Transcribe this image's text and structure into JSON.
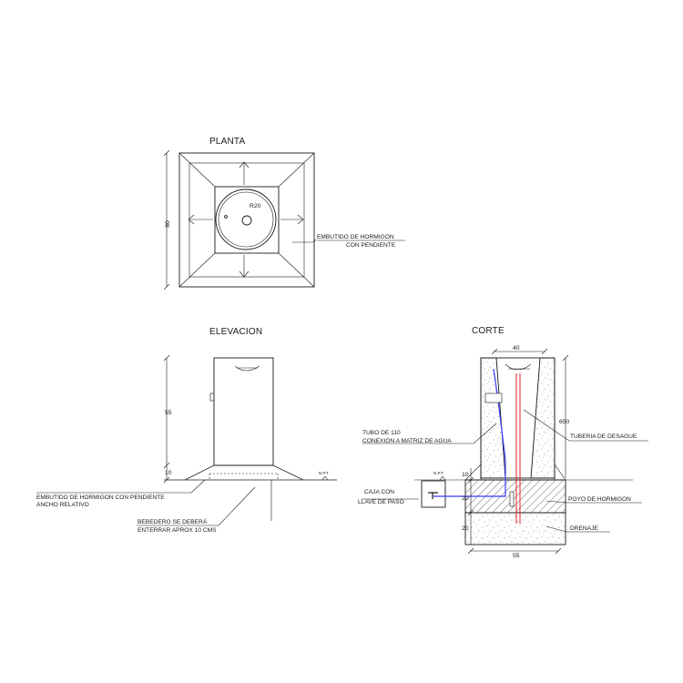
{
  "planta": {
    "title": "PLANTA",
    "dim_side": "80",
    "radius": "R20",
    "note_line1": "EMBUTIDO DE HORMIGON",
    "note_line2": "CON PENDIENTE"
  },
  "elevacion": {
    "title": "ELEVACION",
    "dim_height": "55",
    "dim_base": "10",
    "npt": "N.P.T",
    "note1_line1": "EMBUTIDO DE HORMIGON CON PENDIENTE",
    "note1_line2": "ANCHO RELATIVO",
    "note2_line1": "BEBEDERO SE DEBERÁ",
    "note2_line2": "ENTERRAR APROX 10 CMS"
  },
  "corte": {
    "title": "CORTE",
    "dim_top": "40",
    "dim_height": "650",
    "dim_10": "10",
    "dim_20a": "20",
    "dim_20b": "20",
    "dim_bottom": "55",
    "npt": "N.P.T",
    "label_tubo_1": "TUBO DE 110",
    "label_tubo_2": "CONEXIÓN A MATRIZ DE AGUA",
    "label_tuberia": "TUBERIA DE DESAGUE",
    "label_caja_1": "CAJA CON",
    "label_caja_2": "LLAVE DE PASO",
    "label_poyo": "POYO DE HORMIGON",
    "label_drenaje": "DRENAJE"
  },
  "colors": {
    "line": "#1a1a1a",
    "water_pipe": "#3a3aff",
    "drain_pipe": "#e02020"
  }
}
